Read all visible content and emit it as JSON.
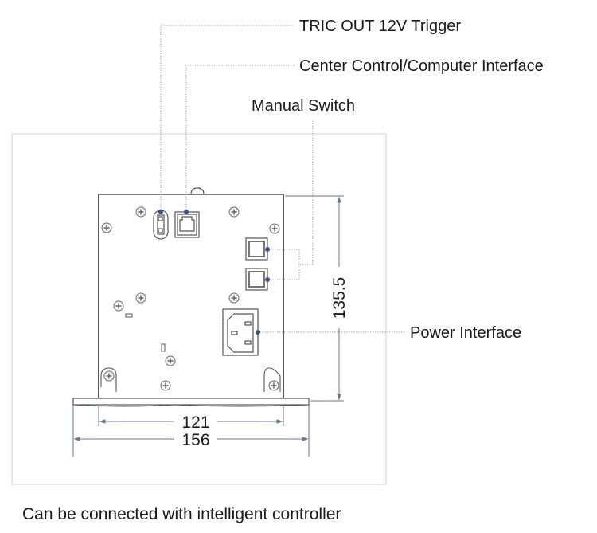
{
  "callouts": {
    "trigger": "TRIC OUT 12V Trigger",
    "control": "Center Control/Computer Interface",
    "manual": "Manual Switch",
    "power": "Power Interface"
  },
  "dimensions": {
    "inner_width": "121",
    "outer_width": "156",
    "height": "135.5"
  },
  "caption": "Can be connected with intelligent controller",
  "colors": {
    "line": "#555555",
    "dim_line": "#6a7590",
    "leader": "#a0a0a0",
    "dot": "#3a4f8f",
    "frame": "#d8d8d8"
  }
}
